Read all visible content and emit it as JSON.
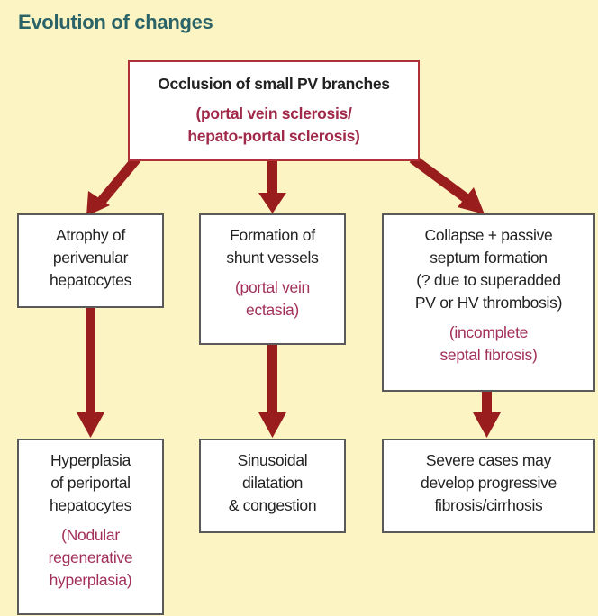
{
  "title": "Evolution of changes",
  "colors": {
    "arrow": "#9a1d1d",
    "accent_text": "#a2305a",
    "title": "#2b6468"
  },
  "top": {
    "main": "Occlusion of small PV branches",
    "sub": [
      "(portal vein sclerosis/",
      "hepato-portal sclerosis)"
    ]
  },
  "middle": [
    {
      "main": [
        "Atrophy of",
        "perivenular",
        "hepatocytes"
      ]
    },
    {
      "main": [
        "Formation of",
        "shunt vessels"
      ],
      "sub": [
        "(portal vein",
        "ectasia)"
      ]
    },
    {
      "main": [
        "Collapse + passive",
        "septum formation",
        "(? due to superadded",
        "PV or HV thrombosis)"
      ],
      "sub": [
        "(incomplete",
        "septal fibrosis)"
      ]
    }
  ],
  "bottom": [
    {
      "main": [
        "Hyperplasia",
        "of periportal",
        "hepatocytes"
      ],
      "sub": [
        "(Nodular",
        "regenerative",
        "hyperplasia)"
      ]
    },
    {
      "main": [
        "Sinusoidal",
        "dilatation",
        "& congestion"
      ]
    },
    {
      "main": [
        "Severe cases may",
        "develop progressive",
        "fibrosis/cirrhosis"
      ]
    }
  ]
}
